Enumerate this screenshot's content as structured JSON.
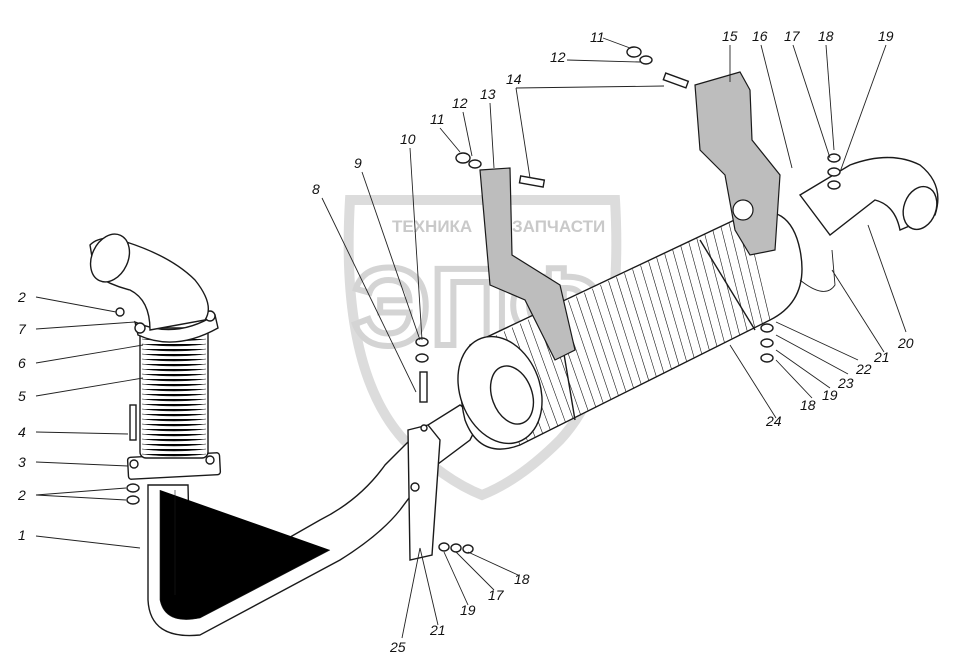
{
  "watermark": {
    "left_text": "ТЕХНИКА",
    "right_text": "ЗАПЧАСТИ",
    "emblem_letters": "ЭПФ"
  },
  "callouts": [
    {
      "id": "c1",
      "label": "1"
    },
    {
      "id": "c2a",
      "label": "2"
    },
    {
      "id": "c2b",
      "label": "2"
    },
    {
      "id": "c3",
      "label": "3"
    },
    {
      "id": "c4",
      "label": "4"
    },
    {
      "id": "c5",
      "label": "5"
    },
    {
      "id": "c6",
      "label": "6"
    },
    {
      "id": "c7",
      "label": "7"
    },
    {
      "id": "c8",
      "label": "8"
    },
    {
      "id": "c9",
      "label": "9"
    },
    {
      "id": "c10",
      "label": "10"
    },
    {
      "id": "c11a",
      "label": "11"
    },
    {
      "id": "c11b",
      "label": "11"
    },
    {
      "id": "c12a",
      "label": "12"
    },
    {
      "id": "c12b",
      "label": "12"
    },
    {
      "id": "c13",
      "label": "13"
    },
    {
      "id": "c14",
      "label": "14"
    },
    {
      "id": "c15",
      "label": "15"
    },
    {
      "id": "c16",
      "label": "16"
    },
    {
      "id": "c17a",
      "label": "17"
    },
    {
      "id": "c17b",
      "label": "17"
    },
    {
      "id": "c18a",
      "label": "18"
    },
    {
      "id": "c18b",
      "label": "18"
    },
    {
      "id": "c18c",
      "label": "18"
    },
    {
      "id": "c19a",
      "label": "19"
    },
    {
      "id": "c19b",
      "label": "19"
    },
    {
      "id": "c19c",
      "label": "19"
    },
    {
      "id": "c20",
      "label": "20"
    },
    {
      "id": "c21a",
      "label": "21"
    },
    {
      "id": "c21b",
      "label": "21"
    },
    {
      "id": "c22",
      "label": "22"
    },
    {
      "id": "c23",
      "label": "23"
    },
    {
      "id": "c24",
      "label": "24"
    },
    {
      "id": "c25",
      "label": "25"
    }
  ]
}
